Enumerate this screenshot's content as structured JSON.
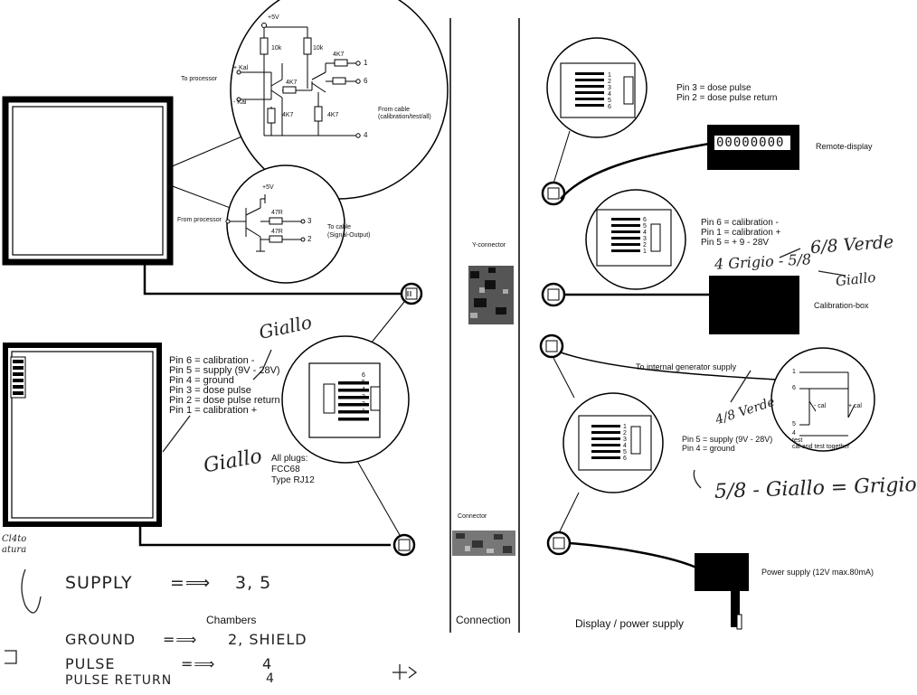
{
  "left": {
    "circuit_top": {
      "v_supply": "+5V",
      "r1": "10k",
      "r2": "10k",
      "to_processor": "To processor",
      "kal_plus": "+ Kal",
      "kal_minus": "- Kal",
      "r3": "4K7",
      "r4": "4K7",
      "r5": "4K7",
      "r6": "4K7",
      "pin1": "1",
      "pin6": "6",
      "pin4": "4",
      "from_cable_1": "From cable",
      "from_cable_2": "(calibration/test/all)"
    },
    "circuit_bottom": {
      "v_supply": "+5V",
      "from_processor": "From processor",
      "r1": "47R",
      "r2": "47R",
      "pin3": "3",
      "pin2": "2",
      "to_cable_1": "To cable",
      "to_cable_2": "(Signal-Output)"
    },
    "pin_list": [
      "Pin 6 = calibration -",
      "Pin 5 = supply (9V - 28V)",
      "Pin 4 = ground",
      "Pin 3 = dose pulse",
      "Pin 2 = dose pulse return",
      "Pin 1 = calibration +"
    ],
    "plug_numbers": [
      "6",
      "5",
      "4",
      "3",
      "2",
      "1"
    ],
    "plugs_1": "All plugs:",
    "plugs_2": "FCC68",
    "plugs_3": "Type RJ12",
    "section_label": "Chambers",
    "handwritten": {
      "giallo_top": "Giallo",
      "giallo_left": "Giallo",
      "corner_1": "Cl4to",
      "corner_2": "atura",
      "supply": "SUPPLY",
      "supply_pins": "3, 5",
      "ground": "GROUND",
      "ground_pins": "2, SHIELD",
      "pulse": "PULSE",
      "pulse_pin": "4",
      "pulse_return": "PULSE RETURN",
      "pulse_return_pin": "4",
      "arrow": "=⟹"
    }
  },
  "middle": {
    "y_connector": "Y-connector",
    "connector": "Connector",
    "section_label": "Connection"
  },
  "right": {
    "pin3": "Pin 3 = dose pulse",
    "pin2": "Pin 2 = dose pulse return",
    "remote_display": "Remote-display",
    "display_digits": "00000000",
    "pin6_cal": "Pin 6 = calibration -",
    "pin1_cal": "Pin 1 = calibration +",
    "pin5_sup": "Pin 5 = + 9 - 28V",
    "calibration_box": "Calibration-box",
    "internal_gen": "To internal generator supply",
    "gen_pin5": "Pin 5 = supply (9V - 28V)",
    "gen_pin4": "Pin 4 = ground",
    "cal_minus": "- cal",
    "cal_plus": "+ cal",
    "gen_1": "1",
    "gen_6": "6",
    "gen_5": "5",
    "gen_4": "4",
    "gen_note_1": "test",
    "gen_note_2": "cal and test together",
    "power_supply": "Power supply (12V max.80mA)",
    "section_label": "Display / power supply",
    "plug_a": [
      "1",
      "2",
      "3",
      "4",
      "5",
      "6"
    ],
    "plug_b": [
      "6",
      "5",
      "4",
      "3",
      "2",
      "1"
    ],
    "handwritten": {
      "verde": "6/8 Verde",
      "grigio": "4 Grigio - 5/8",
      "giallo": "Giallo",
      "verde2": "4/8 Verde",
      "bottom": "5/8 - Giallo = Grigio"
    }
  }
}
